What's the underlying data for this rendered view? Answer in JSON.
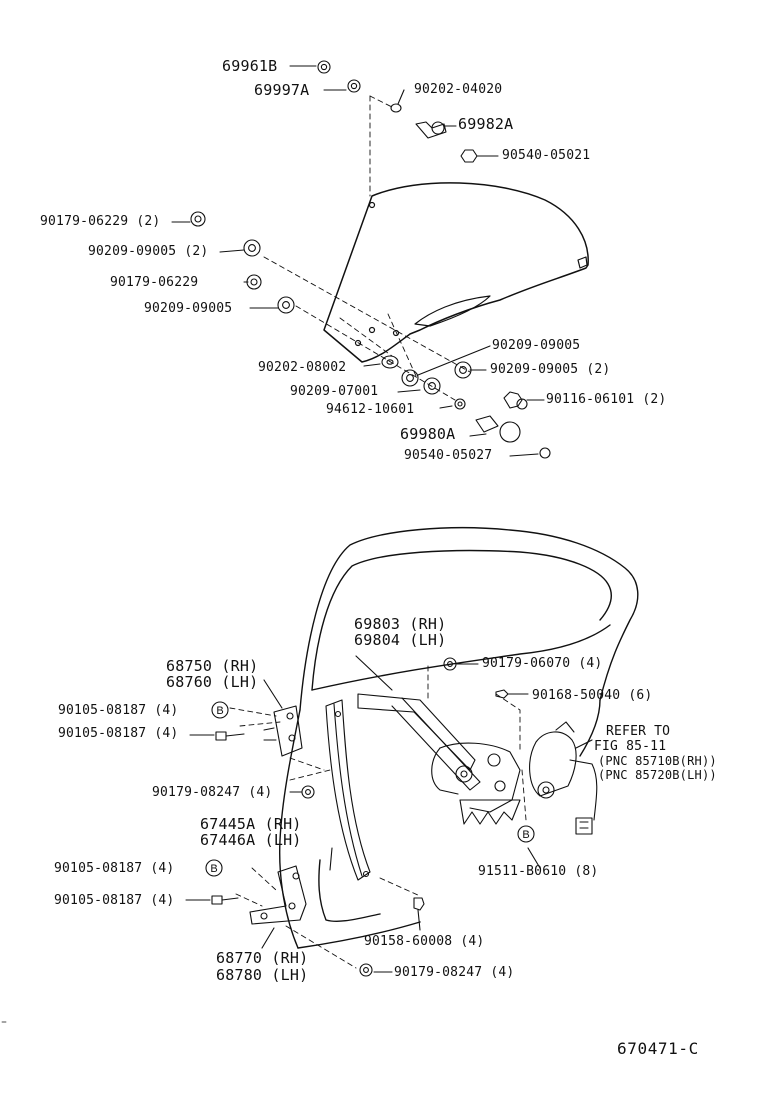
{
  "figure_code": "670471-C",
  "callout_letter": "B",
  "upper_assembly": {
    "labels": [
      "69961B",
      "69997A",
      "90202-04020",
      "69982A",
      "90540-05021",
      "90179-06229 (2)",
      "90209-09005 (2)",
      "90179-06229",
      "90209-09005",
      "90209-09005",
      "90202-08002",
      "90209-09005 (2)",
      "90209-07001",
      "90116-06101 (2)",
      "94612-10601",
      "69980A",
      "90540-05027"
    ]
  },
  "lower_assembly": {
    "labels": [
      "69803 (RH)",
      "69804 (LH)",
      "90179-06070 (4)",
      "68750 (RH)",
      "68760 (LH)",
      "90168-50040 (6)",
      "90105-08187 (4)",
      "REFER TO",
      "90105-08187 (4)",
      "FIG 85-11",
      "(PNC 85710B(RH))",
      "(PNC 85720B(LH))",
      "90179-08247 (4)",
      "67445A (RH)",
      "67446A (LH)",
      "90105-08187 (4)",
      "91511-B0610 (8)",
      "90105-08187 (4)",
      "90158-60008 (4)",
      "68770 (RH)",
      "68780 (LH)",
      "90179-08247 (4)"
    ]
  }
}
